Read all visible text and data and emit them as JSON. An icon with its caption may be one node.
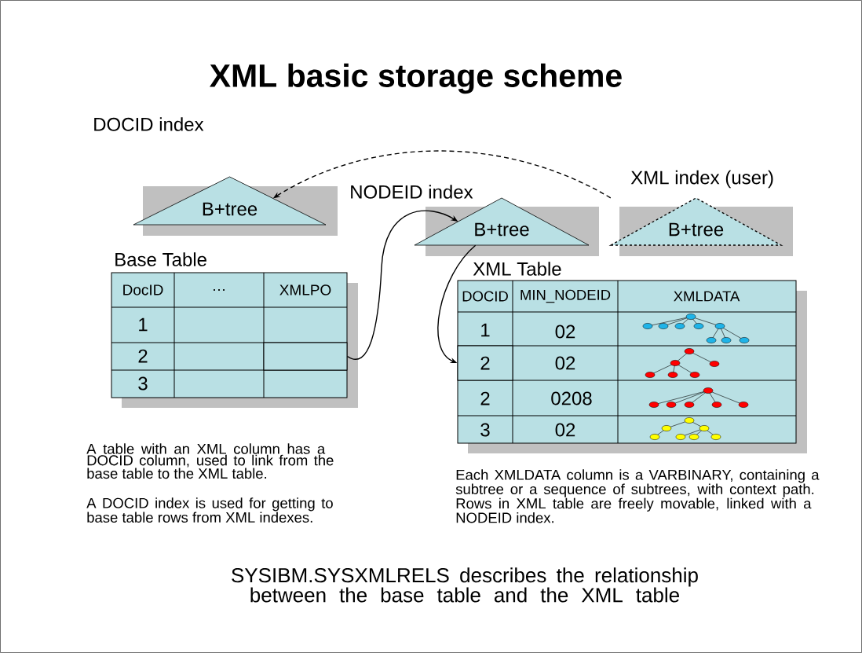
{
  "diagram": {
    "title": "XML basic storage scheme",
    "caption": "SYSIBM.SYSXMLRELS describes the relationship between the base table and the XML table",
    "nodes": [
      {
        "text": [
          "DOCID index",
          "B+tree"
        ]
      },
      {
        "text": [
          "NODEID index",
          "B+tree"
        ]
      },
      {
        "text": [
          "XML index (user)",
          "B+tree"
        ]
      },
      {
        "text": [
          "Base Table"
        ]
      },
      {
        "text": [],
        "shape": "box",
        "in": 3
      },
      {
        "text": [
          "XML Table"
        ]
      },
      {
        "text": [
          "2"
        ],
        "in": 5
      }
    ],
    "edges": [
      {
        "from": 2,
        "to": 0,
        "arrow": "to",
        "style": "dashed"
      },
      {
        "from": 4,
        "to": 1,
        "arrow": "to"
      },
      {
        "from": 1,
        "to": 6,
        "arrow": "to"
      }
    ],
    "labels": [
      "DocID",
      "…",
      "XMLPO",
      "1",
      "2",
      "3",
      "DOCID",
      "MIN_NODEID",
      "XMLDATA",
      "1",
      "02",
      "02",
      "2",
      "0208",
      "3",
      "02",
      "A table with an XML column has a DOCID column, used to link from the base table to the XML table.",
      "A DOCID index is used for getting to base table rows from XML indexes.",
      "Each XMLDATA column is a VARBINARY, containing a subtree or a sequence of subtrees, with context path. Rows in XML table are freely movable, linked with a NODEID index."
    ]
  }
}
